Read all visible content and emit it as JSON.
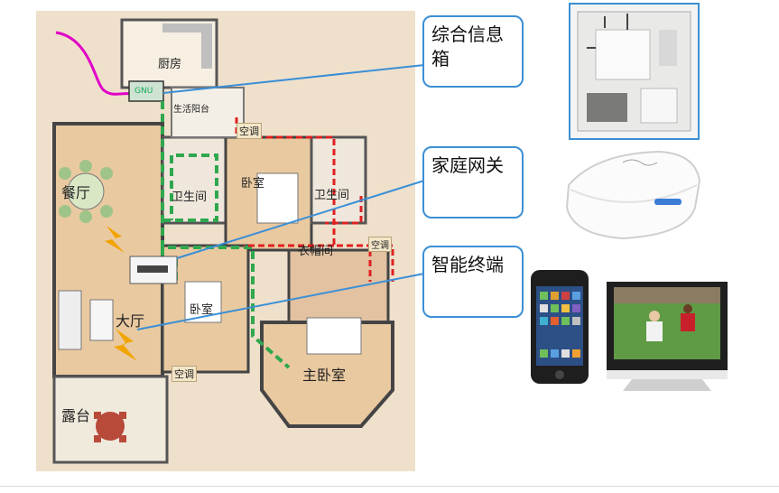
{
  "floorplan": {
    "rooms": {
      "kitchen": "厨房",
      "balcony_service": "生活阳台",
      "dining": "餐厅",
      "bath1": "卫生间",
      "bedroom_top": "卧室",
      "bath2": "卫生间",
      "closet": "衣帽间",
      "living": "大厅",
      "bedroom_mid": "卧室",
      "master": "主卧室",
      "terrace": "露台"
    },
    "ac_tags": [
      "空调",
      "空调",
      "空调"
    ],
    "gateway_badge": "GNU"
  },
  "callouts": {
    "info_box": "综合信息箱",
    "gateway": "家庭网关",
    "terminal": "智能终端"
  },
  "colors": {
    "callout_border": "#3b8fd6",
    "green_dash": "#2fa84f",
    "red_dash": "#e02020",
    "magenta_cable": "#e000c8",
    "wifi_bolt": "#f2a400"
  }
}
